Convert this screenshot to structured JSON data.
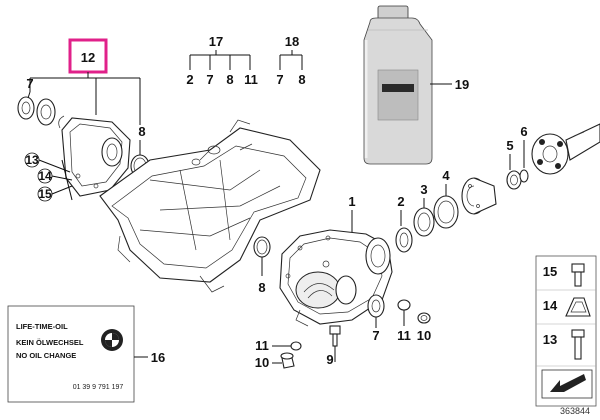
{
  "callouts": {
    "c12": "12",
    "c7a": "7",
    "c8a": "8",
    "c13a": "13",
    "c14a": "14",
    "c15a": "15",
    "c17": "17",
    "c17_2": "2",
    "c17_7": "7",
    "c17_8": "8",
    "c17_11": "11",
    "c18": "18",
    "c18_7": "7",
    "c18_8": "8",
    "c19": "19",
    "c1": "1",
    "c2": "2",
    "c3": "3",
    "c4": "4",
    "c5": "5",
    "c6": "6",
    "c8b": "8",
    "c7b": "7",
    "c11a": "11",
    "c11b": "11",
    "c10a": "10",
    "c10b": "10",
    "c9": "9",
    "c16": "16",
    "c15": "15",
    "c14": "14",
    "c13": "13"
  },
  "label_card": {
    "line1": "LIFE-TIME-OIL",
    "line2": "KEIN ÖLWECHSEL",
    "line3": "NO OIL CHANGE",
    "code": "01 39 9 791 197"
  },
  "diagram_id": "363844",
  "colors": {
    "highlight": "#e0218a",
    "line": "#111111",
    "bottle": "#d9d9d9"
  }
}
